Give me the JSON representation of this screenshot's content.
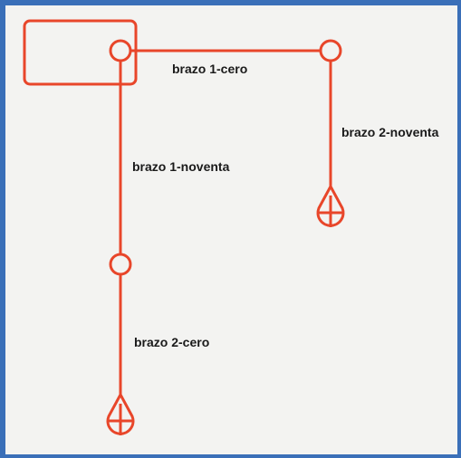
{
  "colors": {
    "frame": "#3a6fb8",
    "panel": "#f3f3f1",
    "line": "#e8462a"
  },
  "labels": {
    "arm1_zero": "brazo 1-cero",
    "arm2_ninety": "brazo 2-noventa",
    "arm1_ninety": "brazo 1-noventa",
    "arm2_zero": "brazo 2-cero"
  }
}
